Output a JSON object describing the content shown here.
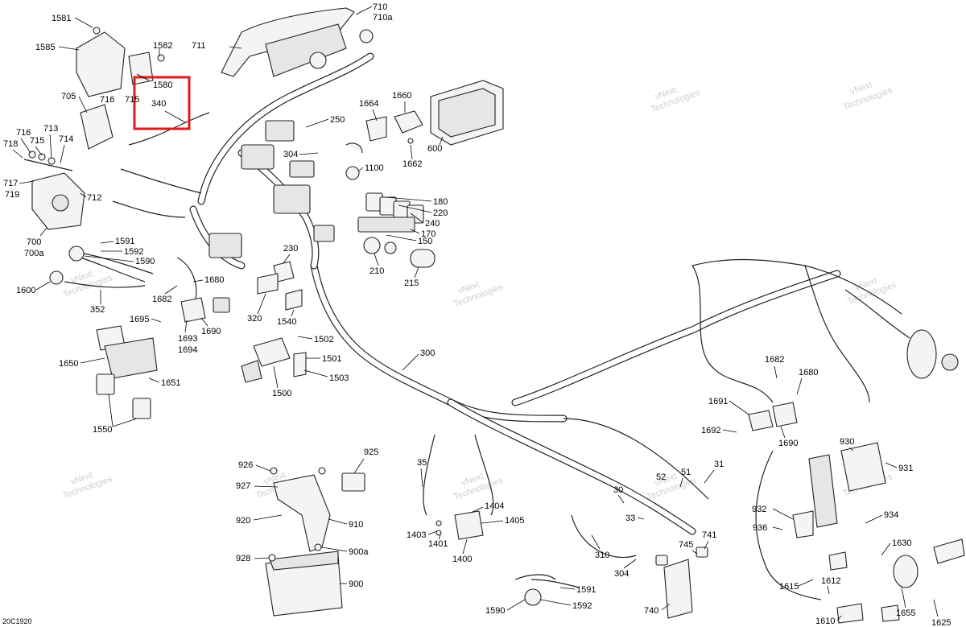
{
  "drawing_code": "20C1920",
  "watermark": {
    "line1": "vNext",
    "line2": "Technologies"
  },
  "highlight_color": "#e01b1b",
  "callouts": {
    "c1581": "1581",
    "c1585": "1585",
    "c1582": "1582",
    "c1580": "1580",
    "c711": "711",
    "c710": "710",
    "c710a": "710a",
    "c705": "705",
    "c716a": "716",
    "c715a": "715",
    "c340": "340",
    "c716": "716",
    "c715": "715",
    "c713": "713",
    "c718": "718",
    "c714": "714",
    "c717": "717",
    "c719": "719",
    "c712": "712",
    "c700": "700",
    "c700a": "700a",
    "c250": "250",
    "c1664": "1664",
    "c1660": "1660",
    "c600": "600",
    "c304a": "304",
    "c1662": "1662",
    "c1100": "1100",
    "c180": "180",
    "c220": "220",
    "c240": "240",
    "c170": "170",
    "c150": "150",
    "c210": "210",
    "c215": "215",
    "c230": "230",
    "c1591a": "1591",
    "c1592a": "1592",
    "c1590a": "1590",
    "c1600": "1600",
    "c352": "352",
    "c1680a": "1680",
    "c1682a": "1682",
    "c320": "320",
    "c1540": "1540",
    "c1695": "1695",
    "c1693": "1693",
    "c1694": "1694",
    "c1690a": "1690",
    "c1502": "1502",
    "c1501": "1501",
    "c1503": "1503",
    "c1500": "1500",
    "c1650": "1650",
    "c1651": "1651",
    "c1550": "1550",
    "c300": "300",
    "c1682b": "1682",
    "c1680b": "1680",
    "c1691": "1691",
    "c1692": "1692",
    "c1690b": "1690",
    "c930": "930",
    "c931": "931",
    "c932": "932",
    "c934": "934",
    "c936": "936",
    "c926": "926",
    "c925": "925",
    "c927": "927",
    "c920": "920",
    "c910": "910",
    "c928": "928",
    "c900a": "900a",
    "c900": "900",
    "c35": "35",
    "c31": "31",
    "c52": "52",
    "c51": "51",
    "c30": "30",
    "c33": "33",
    "c1404": "1404",
    "c1405": "1405",
    "c1403": "1403",
    "c1401": "1401",
    "c1400": "1400",
    "c310": "310",
    "c304b": "304",
    "c745": "745",
    "c741": "741",
    "c740": "740",
    "c1591b": "1591",
    "c1592b": "1592",
    "c1590b": "1590",
    "c1615": "1615",
    "c1612": "1612",
    "c1610": "1610",
    "c1630": "1630",
    "c1655": "1655",
    "c1625": "1625"
  }
}
